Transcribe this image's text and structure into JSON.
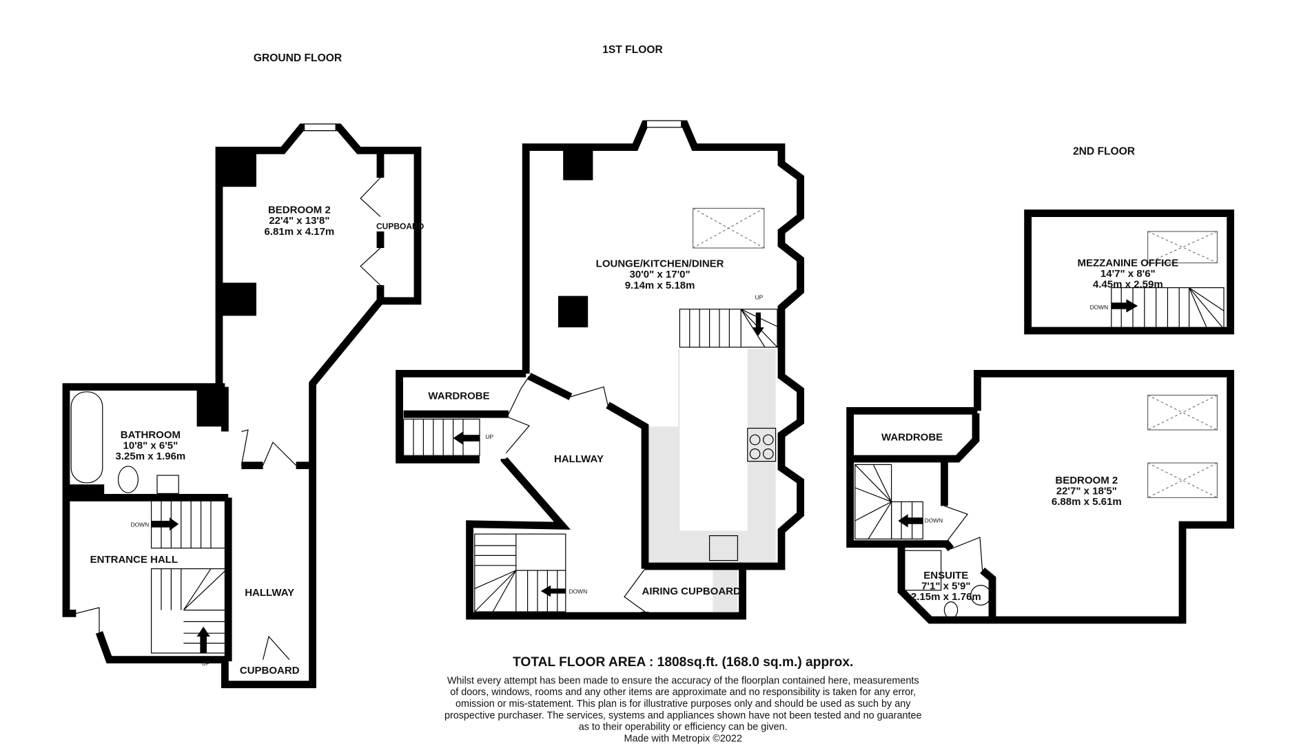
{
  "floors": {
    "ground": "GROUND FLOOR",
    "first": "1ST FLOOR",
    "second": "2ND FLOOR"
  },
  "ground_rooms": {
    "bedroom": {
      "name": "BEDROOM 2",
      "imperial": "22'4\"  x 13'8\"",
      "metric": "6.81m  x 4.17m"
    },
    "cupboard_bed": "CUPBOARD",
    "bathroom": {
      "name": "BATHROOM",
      "imperial": "10'8\"  x 6'5\"",
      "metric": "3.25m  x 1.96m"
    },
    "entrance_hall": "ENTRANCE HALL",
    "hallway": "HALLWAY",
    "cupboard": "CUPBOARD",
    "down": "DOWN",
    "up": "UP"
  },
  "first_rooms": {
    "lounge": {
      "name": "LOUNGE/KITCHEN/DINER",
      "imperial": "30'0\"  x 17'0\"",
      "metric": "9.14m  x 5.18m"
    },
    "wardrobe": "WARDROBE",
    "hallway": "HALLWAY",
    "airing": "AIRING CUPBOARD",
    "up1": "UP",
    "up2": "UP",
    "down": "DOWN"
  },
  "second_rooms": {
    "mezzanine": {
      "name": "MEZZANINE OFFICE",
      "imperial": "14'7\"  x 8'6\"",
      "metric": "4.45m  x 2.59m"
    },
    "bedroom": {
      "name": "BEDROOM 2",
      "imperial": "22'7\"  x 18'5\"",
      "metric": "6.88m  x 5.61m"
    },
    "wardrobe": "WARDROBE",
    "ensuite": {
      "name": "ENSUITE",
      "imperial": "7'1\"  x 5'9\"",
      "metric": "2.15m  x 1.76m"
    },
    "down1": "DOWN",
    "down2": "DOWN"
  },
  "footer": {
    "total": "TOTAL FLOOR AREA : 1808sq.ft. (168.0 sq.m.) approx.",
    "lines": [
      "Whilst every attempt has been made to ensure the accuracy of the floorplan contained here, measurements",
      "of doors, windows, rooms and any other items are approximate and no responsibility is taken for any error,",
      "omission or mis-statement. This plan is for illustrative purposes only and should be used as such by any",
      "prospective purchaser. The services, systems and appliances shown have not been tested and no guarantee",
      "as to their operability or efficiency can be given."
    ],
    "credit": "Made with Metropix ©2022"
  }
}
